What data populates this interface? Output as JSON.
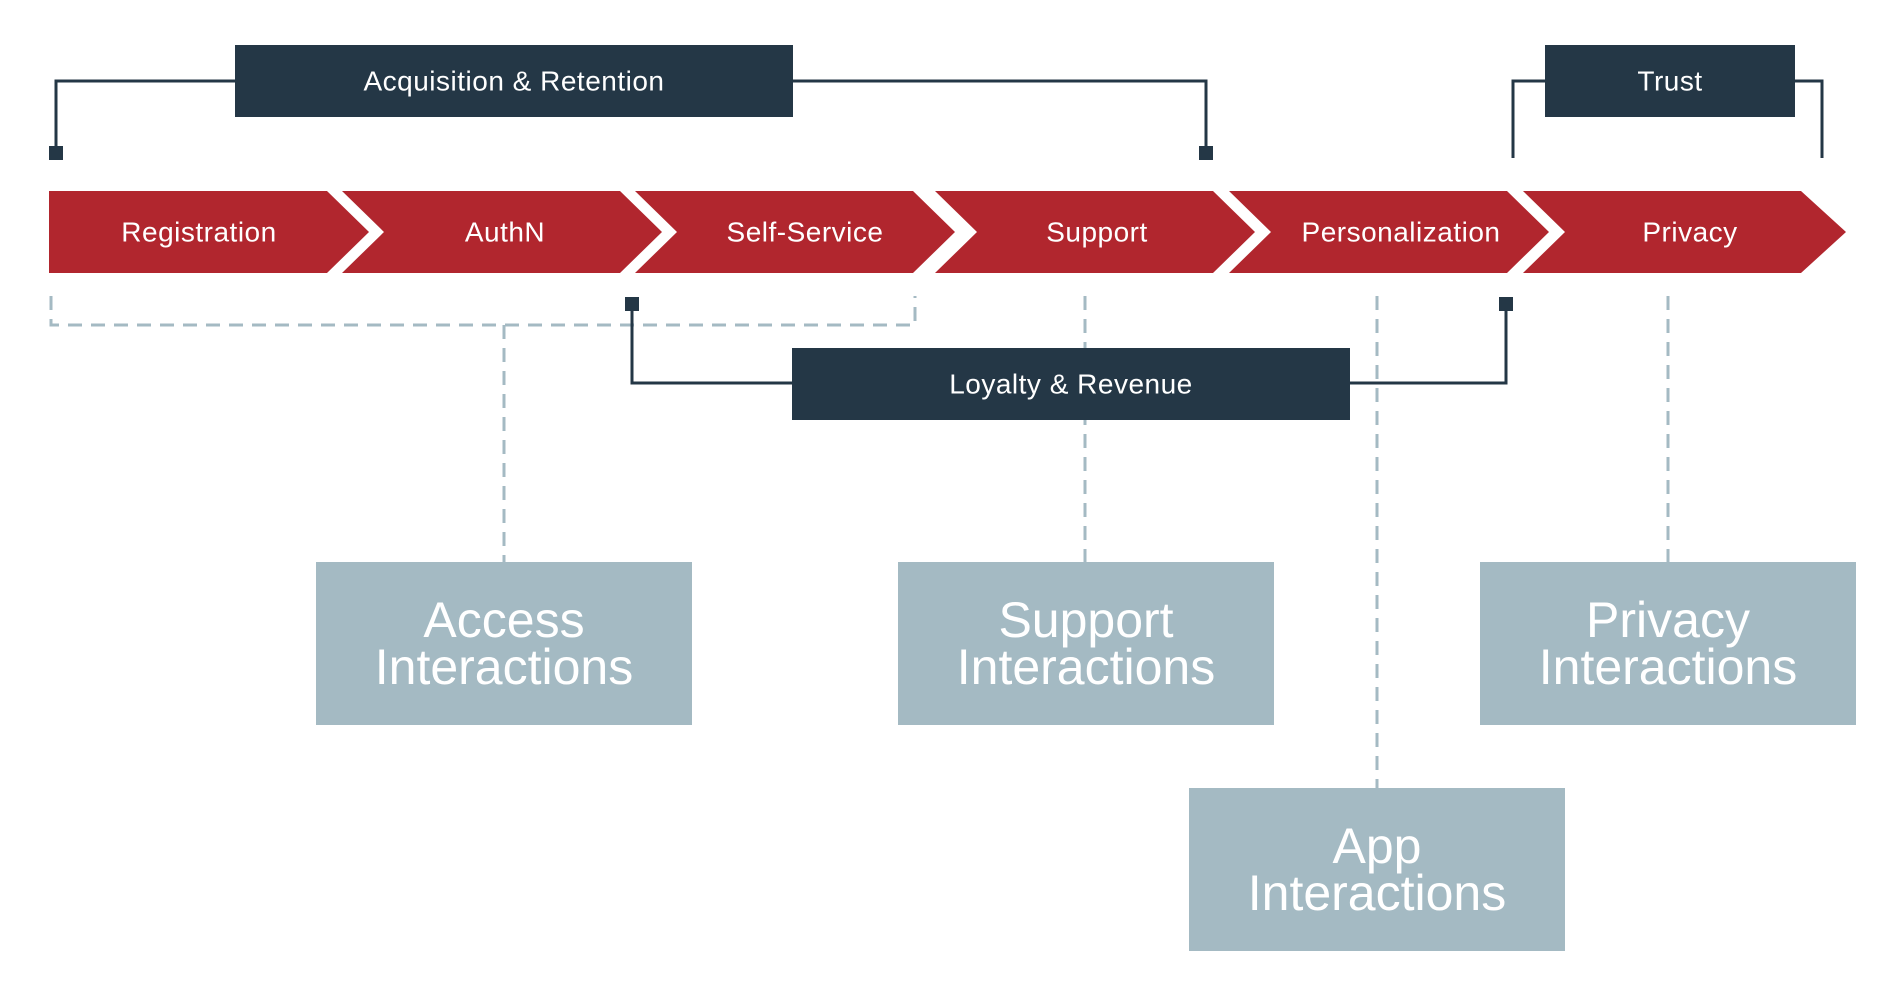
{
  "colors": {
    "stage_fill": "#b1262e",
    "group_fill": "#243746",
    "interaction_fill": "#a4bac3",
    "connector_dashed": "#a4bac3",
    "text_light": "#ffffff"
  },
  "stages": [
    {
      "label": "Registration"
    },
    {
      "label": "AuthN"
    },
    {
      "label": "Self-Service"
    },
    {
      "label": "Support"
    },
    {
      "label": "Personalization"
    },
    {
      "label": "Privacy"
    }
  ],
  "groups": {
    "acquisition": {
      "label": "Acquisition & Retention"
    },
    "trust": {
      "label": "Trust"
    },
    "loyalty": {
      "label": "Loyalty & Revenue"
    }
  },
  "interactions": {
    "access": {
      "line1": "Access",
      "line2": "Interactions"
    },
    "support": {
      "line1": "Support",
      "line2": "Interactions"
    },
    "privacy": {
      "line1": "Privacy",
      "line2": "Interactions"
    },
    "app": {
      "line1": "App",
      "line2": "Interactions"
    }
  }
}
